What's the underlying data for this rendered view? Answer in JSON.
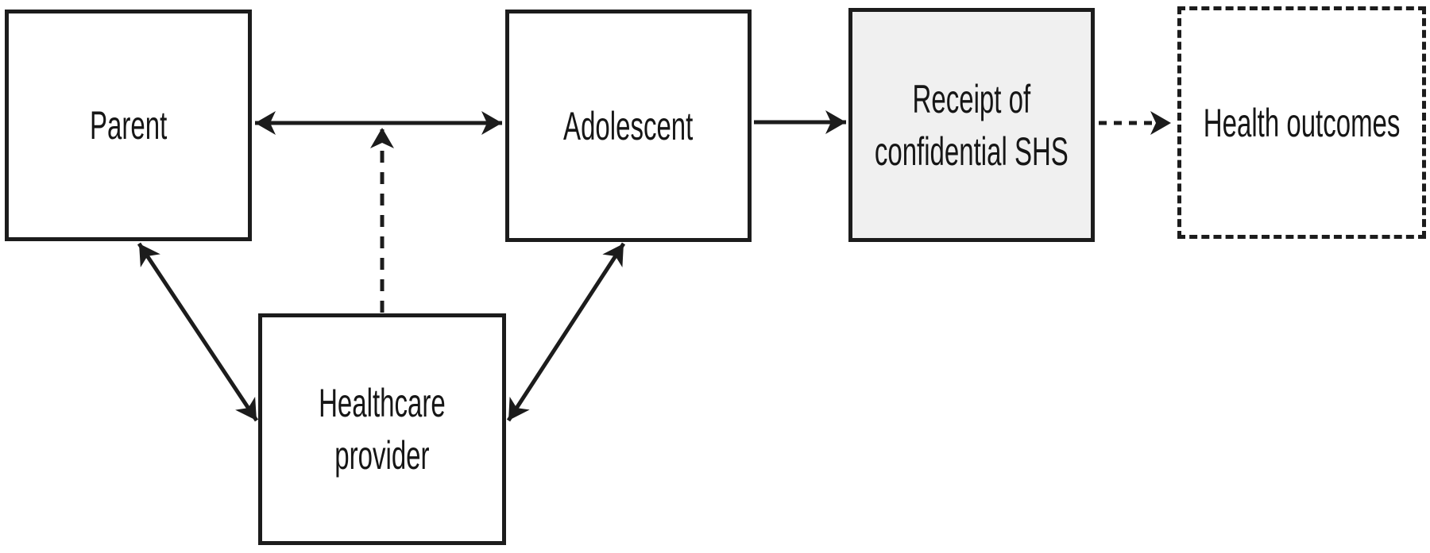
{
  "figure": {
    "boxes": {
      "parent": {
        "label": "Parent"
      },
      "adolescent": {
        "label": "Adolescent"
      },
      "receipt": {
        "line1": "Receipt of",
        "line2": "confidential SHS"
      },
      "health_outcomes": {
        "label": "Health outcomes"
      },
      "healthcare_provider": {
        "line1": "Healthcare",
        "line2": "provider"
      }
    },
    "edges": [
      {
        "from": "parent",
        "to": "adolescent",
        "style": "solid",
        "bidirectional": true
      },
      {
        "from": "healthcare_provider",
        "to": "parent-adolescent-relationship",
        "style": "dashed",
        "bidirectional": false
      },
      {
        "from": "adolescent",
        "to": "receipt",
        "style": "solid",
        "bidirectional": false
      },
      {
        "from": "receipt",
        "to": "health_outcomes",
        "style": "dashed",
        "bidirectional": false
      },
      {
        "from": "parent",
        "to": "healthcare_provider",
        "style": "solid",
        "bidirectional": true
      },
      {
        "from": "adolescent",
        "to": "healthcare_provider",
        "style": "solid",
        "bidirectional": true
      }
    ],
    "colors": {
      "line_color": "#1c1c1c",
      "text_color": "#161616",
      "receipt_fill": "#f0f0f0",
      "background": "#ffffff"
    }
  }
}
